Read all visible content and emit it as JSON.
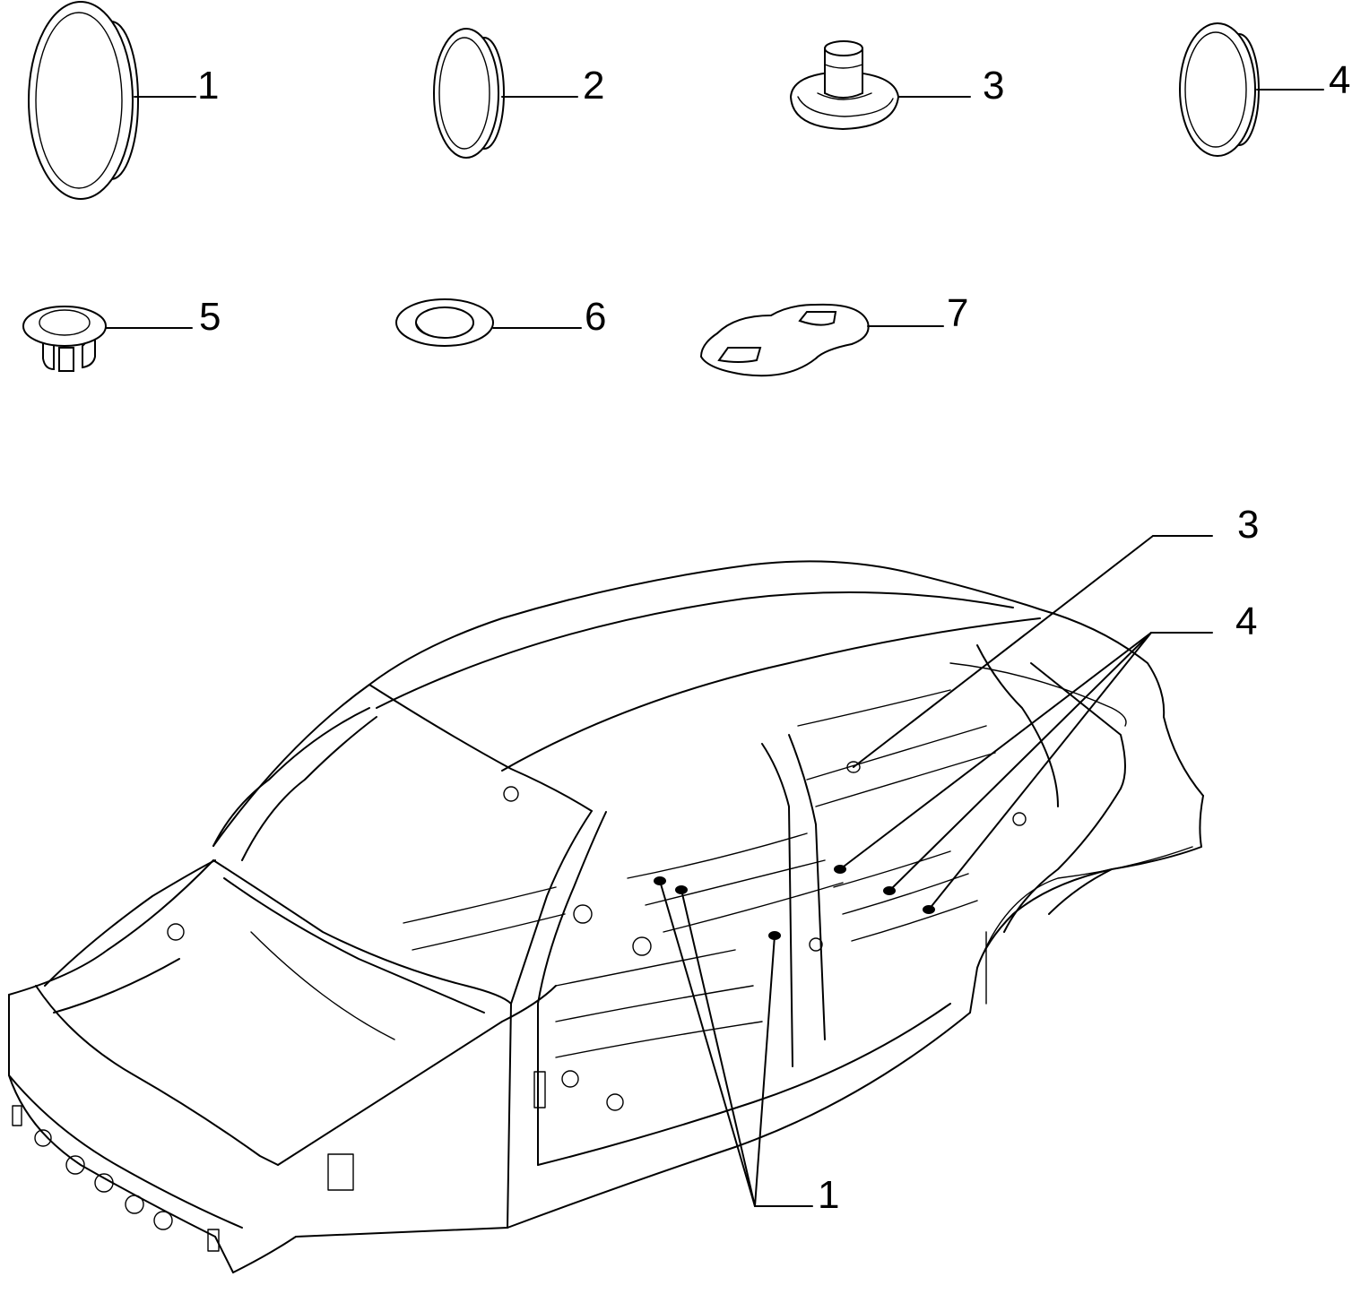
{
  "parts": [
    {
      "label": "1",
      "icon": "large-round-plug-icon"
    },
    {
      "label": "2",
      "icon": "medium-round-plug-icon"
    },
    {
      "label": "3",
      "icon": "stepped-plug-icon"
    },
    {
      "label": "4",
      "icon": "oval-plug-icon"
    },
    {
      "label": "5",
      "icon": "snap-clip-plug-icon"
    },
    {
      "label": "6",
      "icon": "grommet-ring-icon"
    },
    {
      "label": "7",
      "icon": "shaped-pad-icon"
    }
  ],
  "body_callouts": {
    "c3": "3",
    "c4": "4",
    "c1": "1"
  },
  "colors": {
    "line": "#000000",
    "background": "#ffffff"
  }
}
